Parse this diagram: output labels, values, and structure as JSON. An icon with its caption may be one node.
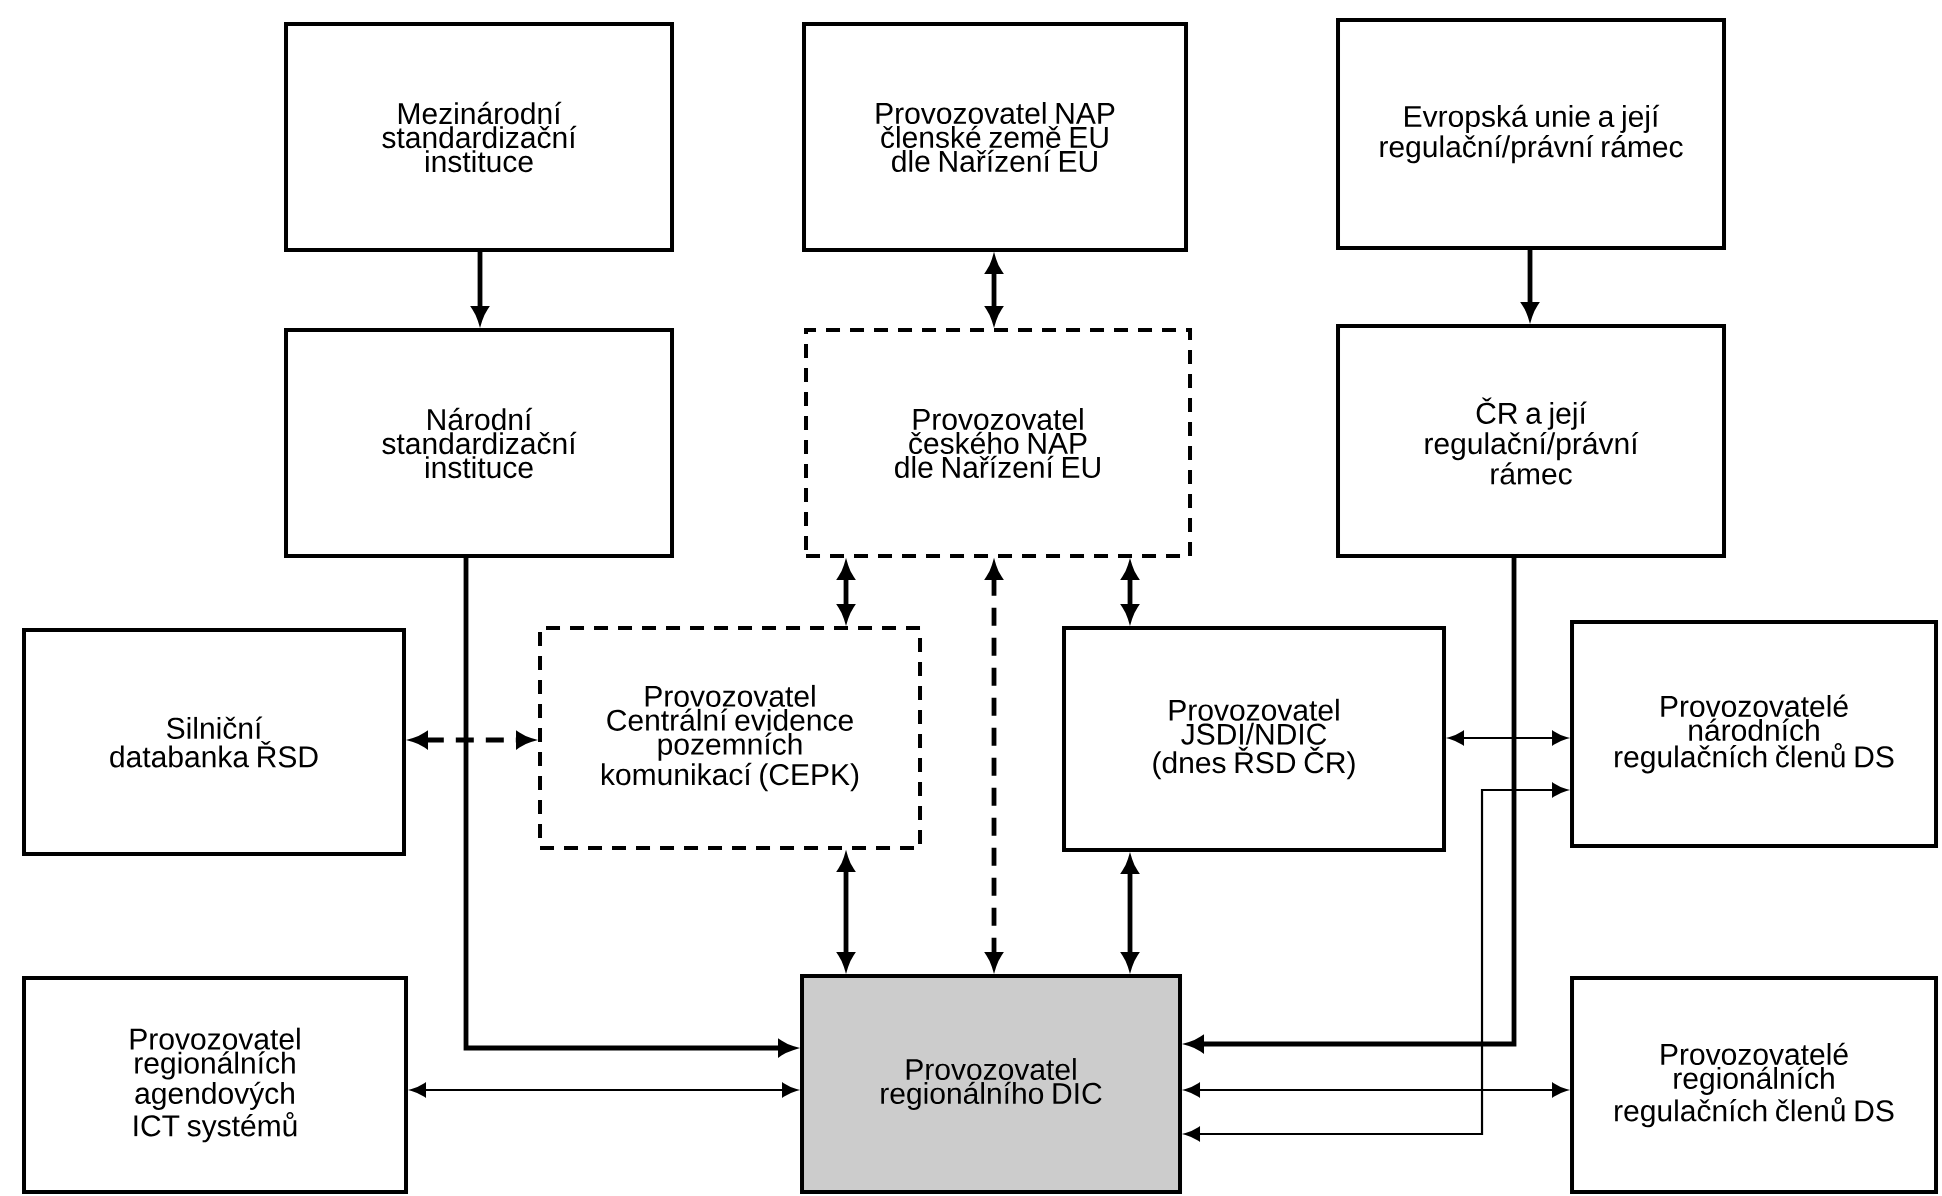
{
  "diagram": {
    "nodes": [
      {
        "text": [
          "Mezinárodní standardizační instituce"
        ]
      },
      {
        "text": [
          "Provozovatel NAP členské země EU dle Nařízení EU"
        ]
      },
      {
        "text": [
          "Evropská unie a její regulační/právní rámec"
        ]
      },
      {
        "text": [
          "Národní standardizační instituce"
        ]
      },
      {
        "text": [
          "Provozovatel českého NAP dle Nařízení EU"
        ]
      },
      {
        "text": [
          "ČR a její regulační/právní rámec"
        ]
      },
      {
        "text": [
          "Silniční databanka ŘSD"
        ]
      },
      {
        "text": [
          "Provozovatel Centrální evidence pozemních komunikací (CEPK)"
        ]
      },
      {
        "text": [
          "Provozovatel JSDI/NDIC (dnes ŘSD ČR)"
        ]
      },
      {
        "text": [
          "Provozovatelé národních regulačních členů DS"
        ]
      },
      {
        "text": [
          "Provozovatel regionálních agendových ICT systémů"
        ]
      },
      {
        "text": [
          "Provozovatel regionálního DIC"
        ]
      },
      {
        "text": [
          "Provozovatelé regionálních regulačních členů DS"
        ]
      }
    ],
    "edges": [
      {
        "from": 0,
        "to": 3,
        "arrow": "to"
      },
      {
        "from": 1,
        "to": 4,
        "arrow": "both"
      },
      {
        "from": 2,
        "to": 5,
        "arrow": "to"
      },
      {
        "from": 4,
        "to": 7,
        "arrow": "both"
      },
      {
        "from": 4,
        "to": 11,
        "arrow": "both",
        "style": "dashed"
      },
      {
        "from": 4,
        "to": 8,
        "arrow": "both"
      },
      {
        "from": 6,
        "to": 7,
        "arrow": "both",
        "style": "dashed"
      },
      {
        "from": 8,
        "to": 9,
        "arrow": "both"
      },
      {
        "from": 7,
        "to": 11,
        "arrow": "both"
      },
      {
        "from": 8,
        "to": 11,
        "arrow": "both"
      },
      {
        "from": 3,
        "to": 11,
        "arrow": "to"
      },
      {
        "from": 5,
        "to": 11,
        "arrow": "to"
      },
      {
        "from": 10,
        "to": 11,
        "arrow": "both"
      },
      {
        "from": 11,
        "to": 12,
        "arrow": "both"
      },
      {
        "from": 11,
        "to": 9,
        "arrow": "both"
      }
    ]
  }
}
